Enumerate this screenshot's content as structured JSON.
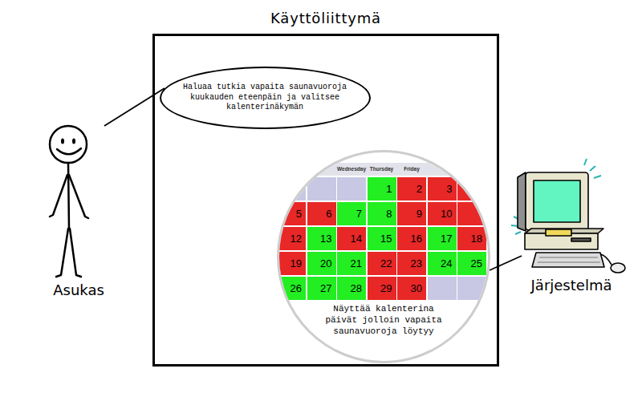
{
  "diagram": {
    "nodes": [
      {
        "text": [
          "Käyttöliittymä"
        ]
      },
      {
        "text": [
          "Haluaa tutkia vapaita saunavuoroja kuukauden eteenpäin ja valitsee kalenterinäkymän"
        ],
        "in": 0
      },
      {
        "text": [
          "Näyttää kalenterina päivät jolloin vapaita saunavuoroja löytyy"
        ],
        "in": 0
      }
    ],
    "labels": [
      "Asukas",
      "Wednesday",
      "Thursday",
      "Friday",
      "1",
      "2",
      "3",
      "5",
      "6",
      "7",
      "8",
      "9",
      "10",
      "12",
      "13",
      "14",
      "15",
      "16",
      "17",
      "18",
      "19",
      "20",
      "21",
      "22",
      "23",
      "24",
      "25",
      "26",
      "27",
      "28",
      "29",
      "30",
      "Järjestelmä"
    ]
  }
}
